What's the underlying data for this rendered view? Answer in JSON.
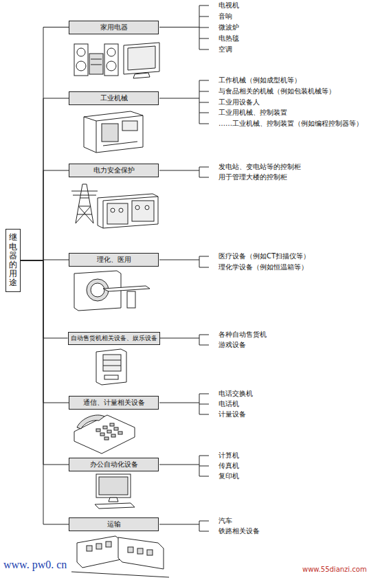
{
  "diagram": {
    "nodes": [
      {
        "text": [
          "继电器的用途"
        ]
      },
      {
        "text": [
          "家用电器"
        ]
      },
      {
        "text": [
          "工业机械"
        ]
      },
      {
        "text": [
          "电力安全保护"
        ]
      },
      {
        "text": [
          "理化、医用"
        ]
      },
      {
        "text": [
          "自动售货机相关设备、娱乐设备"
        ]
      },
      {
        "text": [
          "通信、计量相关设备"
        ]
      },
      {
        "text": [
          "办公自动化设备"
        ]
      },
      {
        "text": [
          "运输"
        ]
      }
    ],
    "edges": [
      {
        "from": 0,
        "to": 1,
        "arrow": "none"
      },
      {
        "from": 0,
        "to": 2,
        "arrow": "none"
      },
      {
        "from": 0,
        "to": 3,
        "arrow": "none"
      },
      {
        "from": 0,
        "to": 4,
        "arrow": "none"
      },
      {
        "from": 0,
        "to": 5,
        "arrow": "none"
      },
      {
        "from": 0,
        "to": 6,
        "arrow": "none"
      },
      {
        "from": 0,
        "to": 7,
        "arrow": "none"
      },
      {
        "from": 0,
        "to": 8,
        "arrow": "none"
      }
    ],
    "labels": [
      "电视机",
      "音响",
      "微波炉",
      "电热毯",
      "空调",
      "工作机械（例如成型机等）",
      "与食品相关的机械（例如包装机械等）",
      "工业用设备人",
      "工业用机械、控制装置",
      "……工业机械、控制装置（例如编程控制器等）",
      "发电站、变电站等的控制柜",
      "用于管理大楼的控制柜",
      "医疗设备（例如CT扫描仪等）",
      "理化学设备（例如恒温箱等）",
      "各种自动售货机",
      "游戏设备",
      "电话交换机",
      "电话机",
      "计量设备",
      "计算机",
      "传真机",
      "复印机",
      "汽车",
      "铁路相关设备",
      "www. pw0. cn",
      "www.55dianzi.com"
    ]
  }
}
